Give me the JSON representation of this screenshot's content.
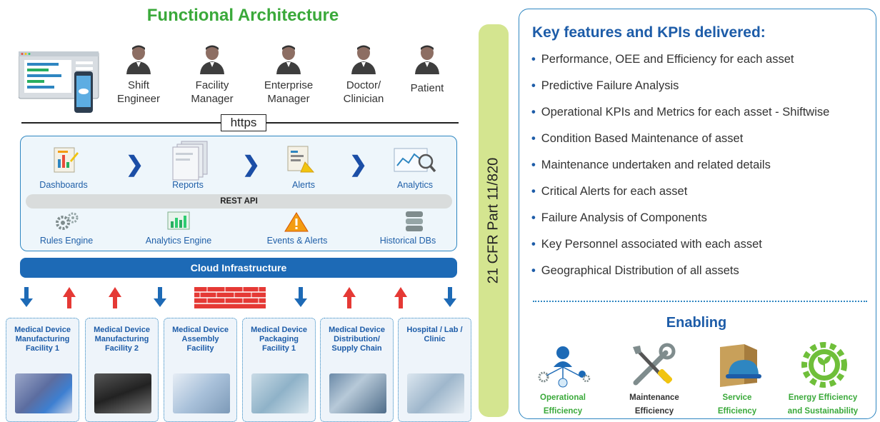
{
  "architecture": {
    "title": "Functional Architecture",
    "users": [
      {
        "label": "Shift\nEngineer",
        "icon": "user-icon"
      },
      {
        "label": "Facility\nManager",
        "icon": "user-icon"
      },
      {
        "label": "Enterprise\nManager",
        "icon": "user-icon"
      },
      {
        "label": "Doctor/\nClinician",
        "icon": "user-icon"
      },
      {
        "label": "Patient",
        "icon": "user-icon"
      }
    ],
    "https": "https",
    "modules_top": [
      {
        "label": "Dashboards",
        "icon": "dashboard-icon"
      },
      {
        "label": "Reports",
        "icon": "reports-icon"
      },
      {
        "label": "Alerts",
        "icon": "alerts-icon"
      },
      {
        "label": "Analytics",
        "icon": "analytics-icon"
      }
    ],
    "rest_api": "REST API",
    "modules_bottom": [
      {
        "label": "Rules Engine",
        "icon": "gears-icon"
      },
      {
        "label": "Analytics Engine",
        "icon": "chart-icon"
      },
      {
        "label": "Events & Alerts",
        "icon": "warning-icon"
      },
      {
        "label": "Historical DBs",
        "icon": "database-icon"
      }
    ],
    "cloud": "Cloud Infrastructure",
    "facilities": [
      {
        "title": "Medical Device\nManufacturing\nFacility 1"
      },
      {
        "title": "Medical Device\nManufacturing\nFacility 2"
      },
      {
        "title": "Medical Device\nAssembly\nFacility"
      },
      {
        "title": "Medical Device\nPackaging\nFacility 1"
      },
      {
        "title": "Medical Device\nDistribution/\nSupply Chain"
      },
      {
        "title": "Hospital / Lab /\nClinic"
      }
    ]
  },
  "compliance_band": "21 CFR Part 11/820",
  "kpi": {
    "title": "Key features and KPIs delivered:",
    "items": [
      "Performance, OEE and Efficiency for each asset",
      "Predictive Failure Analysis",
      "Operational KPIs and Metrics for each asset - Shiftwise",
      "Condition Based Maintenance of asset",
      "Maintenance undertaken and related details",
      "Critical Alerts for each asset",
      "Failure Analysis of Components",
      "Key Personnel associated with each asset",
      "Geographical Distribution of all assets"
    ]
  },
  "enabling": {
    "title": "Enabling",
    "items": [
      {
        "label": "Operational\nEfficiency",
        "color": "#3aa93a",
        "icon": "network-people-icon"
      },
      {
        "label": "Maintenance\nEfficiency",
        "color": "#333333",
        "icon": "tools-icon"
      },
      {
        "label": "Service\nEfficiency",
        "color": "#3aa93a",
        "icon": "service-helmet-icon"
      },
      {
        "label": "Energy Efficiency\nand Sustainability",
        "color": "#3aa93a",
        "icon": "eco-gear-icon"
      }
    ]
  },
  "colors": {
    "accent_blue": "#1d5ca8",
    "accent_green": "#3aa93a",
    "arrow_red": "#e53935",
    "arrow_blue": "#1d6ab6",
    "band": "#d4e590"
  }
}
